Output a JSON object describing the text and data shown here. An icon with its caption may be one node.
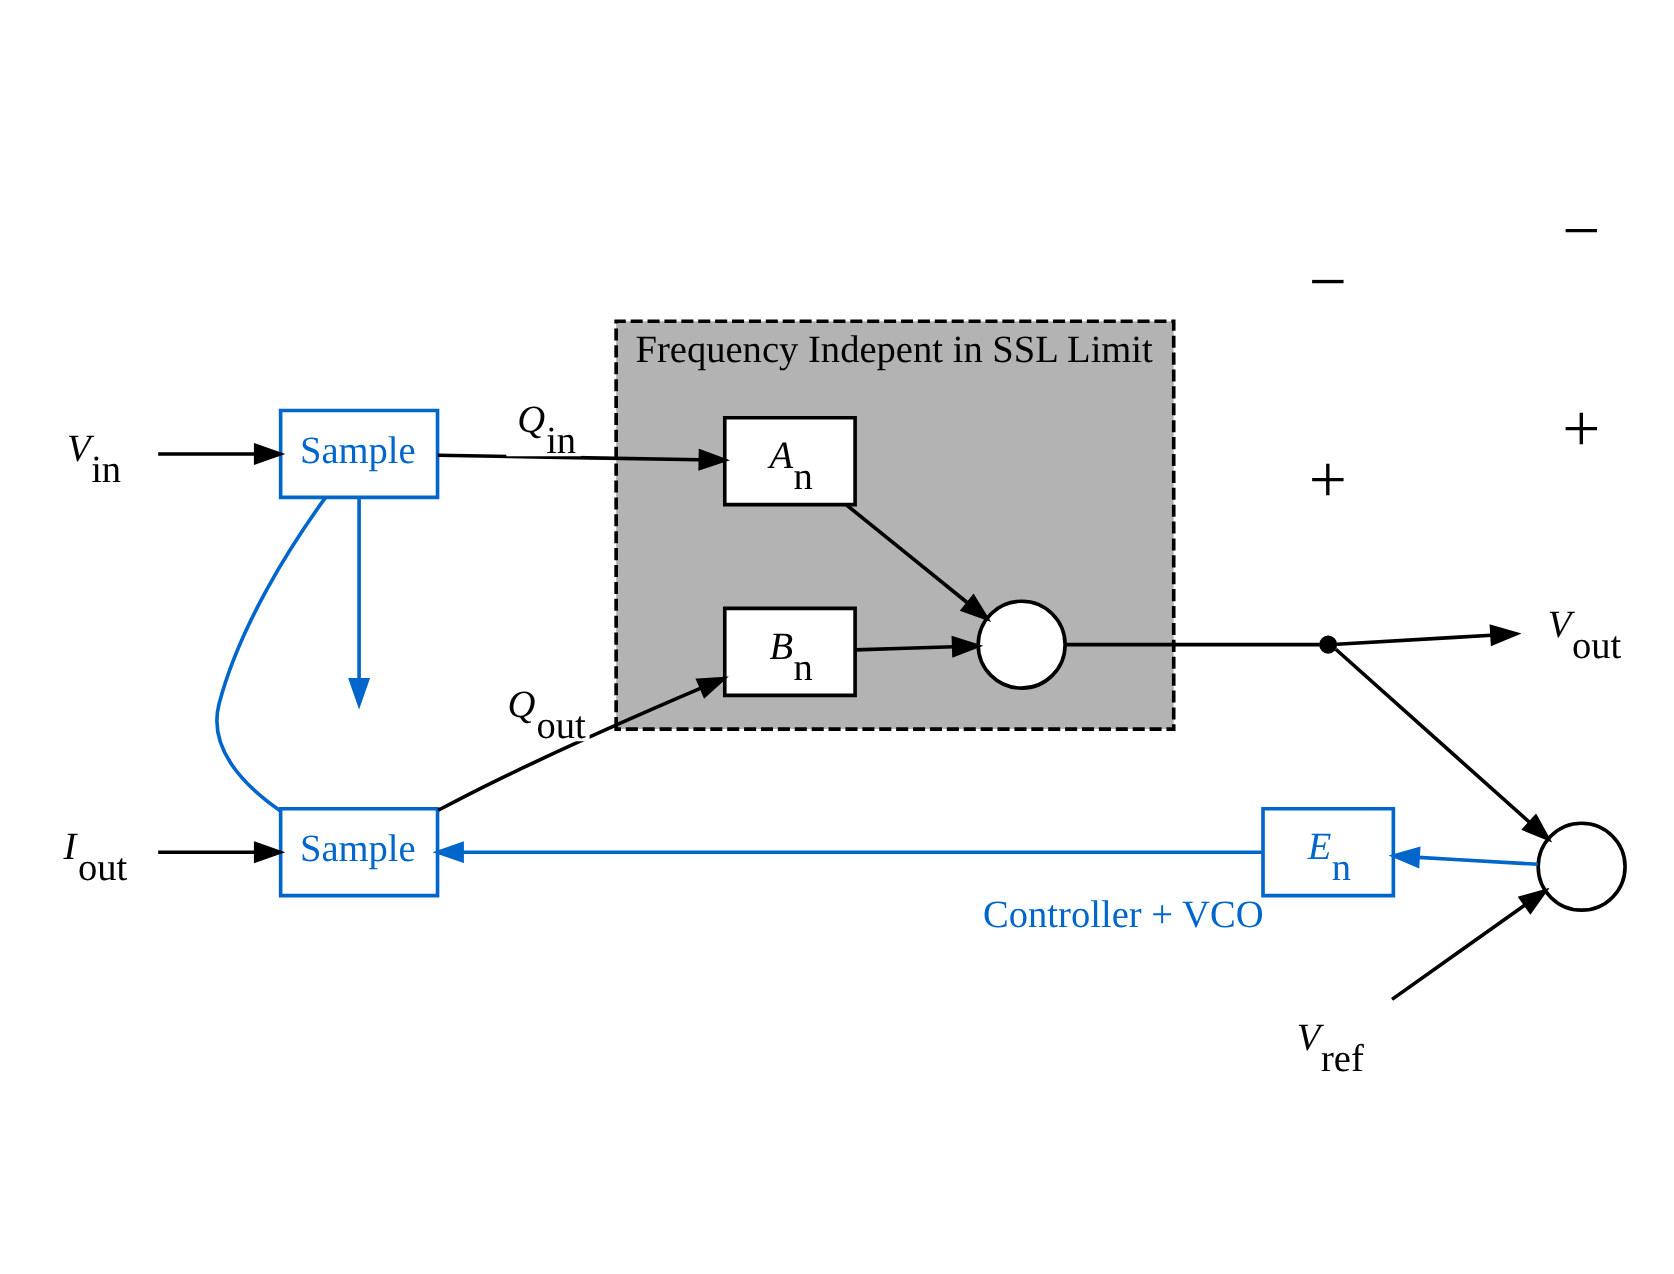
{
  "diagram": {
    "nodes": [
      {
        "text": [
          "*V*$_{in}$"
        ]
      },
      {
        "text": [
          "Sample"
        ]
      },
      {
        "text": [
          "Frequency Indepent in SSL Limit"
        ]
      },
      {
        "text": [
          "*A*$_{n}$"
        ],
        "in": 2
      },
      {
        "text": [],
        "shape": "circle",
        "in": 2
      },
      {
        "text": [
          "*V*$_{out}$"
        ]
      },
      {
        "text": [],
        "shape": "dot"
      },
      {
        "text": [
          "Sample"
        ]
      },
      {
        "text": [
          "*I*$_{out}$"
        ]
      },
      {
        "text": [
          "*B*$_{n}$"
        ],
        "in": 2
      },
      {
        "text": [],
        "shape": "circle"
      },
      {
        "text": [
          "*E*$_{n}$"
        ],
        "beside": [
          "Controller + VCO"
        ]
      },
      {
        "text": [
          "*V*$_{ref}$"
        ]
      }
    ],
    "edges": [
      {
        "from": 0,
        "to": 1,
        "arrow": "to"
      },
      {
        "from": 1,
        "to": 3,
        "arrow": "to",
        "label": "*Q*$_{in}$"
      },
      {
        "from": 3,
        "to": 4,
        "arrow": "to"
      },
      {
        "from": 8,
        "to": 7,
        "arrow": "to"
      },
      {
        "from": 7,
        "to": 9,
        "arrow": "to",
        "label": "*Q*$_{out}$"
      },
      {
        "from": 9,
        "to": 4,
        "arrow": "to"
      },
      {
        "from": 4,
        "to": 6,
        "arrow": "none"
      },
      {
        "from": 6,
        "to": 5,
        "arrow": "to"
      },
      {
        "from": 6,
        "to": 10,
        "arrow": "to"
      },
      {
        "from": 12,
        "to": 10,
        "arrow": "to"
      },
      {
        "from": 10,
        "to": 11,
        "arrow": "to",
        "color": "#0066cc"
      },
      {
        "from": 11,
        "to": 7,
        "arrow": "to",
        "color": "#0066cc"
      },
      {
        "from": 7,
        "to": 1,
        "arrow": "none",
        "color": "#0066cc"
      },
      {
        "from": 1,
        "to": null,
        "arrow": "to",
        "color": "#0066cc"
      }
    ],
    "labels": [
      "+",
      "−",
      "+",
      "−"
    ]
  }
}
